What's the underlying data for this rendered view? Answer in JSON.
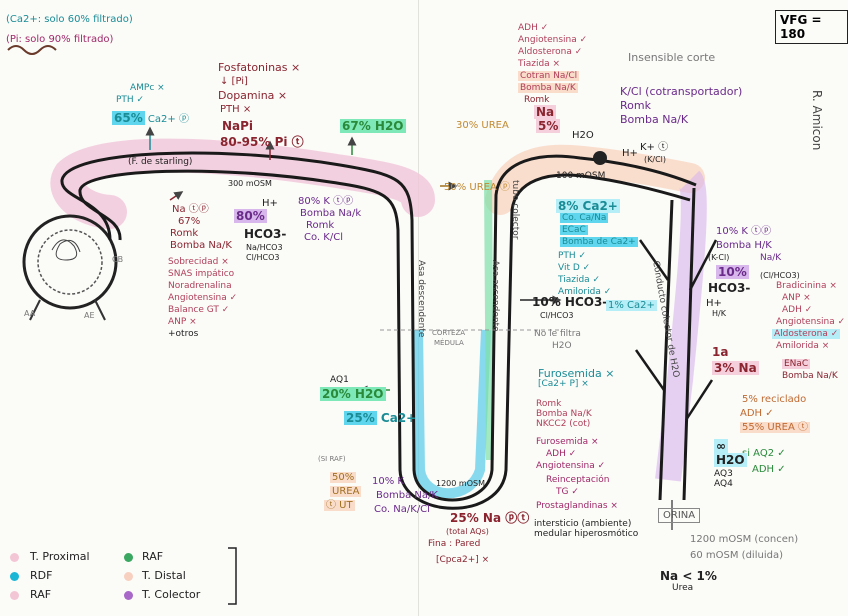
{
  "topleft": {
    "ca_line": "(Ca2+: solo 60% filtrado)",
    "pi_line": "(Pi: solo 90% filtrado)"
  },
  "vfg": "VFG = 180",
  "side": {
    "amicon": "R. Amicon"
  },
  "glomerulus": {
    "aa": "AA",
    "ae": "AE",
    "cb": "CB"
  },
  "proximal": {
    "starling": "(F. de starling)",
    "osm": "300 mOSM",
    "ampc": "AMPc ×",
    "pth": "PTH ✓",
    "ca_pct": "65%",
    "ca_tail": "Ca2+ ⓟ",
    "na_pct": "Na ⓣⓟ",
    "na_67": "67%",
    "romk": "Romk",
    "bomba": "Bomba Na/K",
    "angio": [
      "Sobrecidad ×",
      "SNAS impático",
      "Noradrenalina",
      "Angiotensina ✓",
      "Balance GT ✓",
      "ANP ×",
      "+otros"
    ],
    "h_plus": "H+",
    "pct80": "80%",
    "hco3": "HCO3-",
    "nahco3": "Na/HCO3",
    "clhco3": "Cl/HCO3",
    "k80": "80% K ⓣⓟ",
    "k_bomba": "Bomba Na/k",
    "k_romk": "Romk",
    "k_co": "Co. K/Cl"
  },
  "phos": {
    "fosfatoninas": "Fosfatoninas ×",
    "cpp": "↓ [Pi]",
    "dopamina": "Dopamina ×",
    "pth": "PTH ×",
    "napi": "NaPi",
    "pct": "80-95% Pi ⓣ"
  },
  "water": {
    "h2o67": "67% H2O"
  },
  "urea": {
    "top": "30% UREA",
    "mid": "50% UREA ⓟ"
  },
  "distal_top": {
    "adh": "ADH ✓",
    "angiotensina": "Angiotensina ✓",
    "aldosterona": "Aldosterona ✓",
    "tiazida": "Tiazida ×",
    "co_na_cl": "Cotran Na/Cl",
    "bomba": "Bomba Na/K",
    "romk": "Romk",
    "na": "Na",
    "na5": "5%",
    "h2o": "H2O",
    "insensible": "Insensible corte"
  },
  "principal": {
    "kcl": "K/Cl (cotransportador)",
    "romk": "Romk",
    "bomba": "Bomba Na/K",
    "k_plus": "K+ ⓣ",
    "kcl_small": "(K/Cl)",
    "h_plus": "H+"
  },
  "osm100": "100 mOSM",
  "dct": {
    "ca8": "8% Ca2+",
    "ca_co": "Co. Ca/Na",
    "ecac": "ECaC",
    "bomba_ca": "Bomba de Ca2+",
    "pth": "PTH ✓",
    "vitd": "Vit D ✓",
    "tiazida": "Tiazida ✓",
    "amilorida": "Amilorida ✓"
  },
  "hco10": {
    "pct": "10% HCO3-",
    "sub": "Cl/HCO3"
  },
  "no_filtra": {
    "line1": "No le filtra",
    "line2": "H2O"
  },
  "ca1": "1% Ca2+",
  "collector": {
    "k10": "10% K ⓣⓟ",
    "bomba_hk": "Bomba H/K",
    "nak": "Na/K",
    "k_co": "(K-Cl)",
    "hco10": "10%",
    "hco3": "HCO3-",
    "cl_hco3": "(Cl/HCO3)",
    "h_plus": "H+",
    "hk": "H/K",
    "bradicinina": "Bradicinina ×",
    "anp": "ANP ×",
    "adh": "ADH ✓",
    "angio": "Angiotensina ✓",
    "aldo": "Aldosterona ✓",
    "amilorida": "Amilorida ×",
    "enac": "ENaC",
    "bomba": "Bomba Na/K",
    "na_1a": "1a",
    "na3": "3% Na",
    "reciclado": "5% reciclado",
    "adh2": "ADH ✓",
    "urea55": "55% UREA ⓣ",
    "aq2": "si AQ2 ✓",
    "adh3": "ADH ✓",
    "aq3": "AQ3",
    "aq4": "AQ4",
    "h2o": "H2O",
    "inf": "∞",
    "orina": "ORINA",
    "conc": "1200 mOSM (concen)",
    "dil": "60 mOSM (diluida)",
    "na_final": "Na < 1%",
    "urea": "Urea"
  },
  "tube_labels": {
    "descending": "Asa descendente",
    "ascending": "Asa ascendente",
    "collector": "tubo colector",
    "duct_label": "Conducto colector de H2O"
  },
  "corteza": {
    "line1": "CORTEZA",
    "line2": "MÉDULA"
  },
  "loop_desc": {
    "aq1": "AQ1",
    "h2o20": "20% H2O",
    "ca25": "25%",
    "ca_tail": "Ca2+",
    "raf_mark": "(SI RAF)",
    "urea50": "50%",
    "urea_w": "UREA",
    "ut": "ⓣ UT"
  },
  "loop_asc": {
    "furosemida": "Furosemida ×",
    "ca_mg": "[Ca2+ P] ×",
    "romk": "Romk",
    "bomba": "Bomba Na/K",
    "nkcc2": "NKCC2 (cot)",
    "furo2": "Furosemida ×",
    "adh": "ADH ✓",
    "angio": "Angiotensina ✓",
    "rein": "Reinceptación",
    "tg": "TG ✓",
    "prosta": "Prostaglandinas ×",
    "inters": "intersticio (ambiente) medular hiperosmótico",
    "na25": "25% Na ⓟⓣ",
    "total": "(total AQs)",
    "pared": "Fina : Pared",
    "cp": "[Cpca2+] ×"
  },
  "osm1200": "1200 mOSM",
  "bottom_k": {
    "k10": "10% K",
    "bomba": "Bomba Na/K",
    "co": "Co. Na/K/Cl"
  },
  "legend": {
    "items": [
      {
        "label": "T. Proximal",
        "color": "#f3c6d6"
      },
      {
        "label": "RDF",
        "color": "#1bb6d6"
      },
      {
        "label": "RAF",
        "color": "#f3c6d6"
      },
      {
        "label": "RAF",
        "color": "#3aa860"
      },
      {
        "label": "T. Distal",
        "color": "#f8d0c0"
      },
      {
        "label": "T. Colector",
        "color": "#a868c8"
      }
    ]
  }
}
